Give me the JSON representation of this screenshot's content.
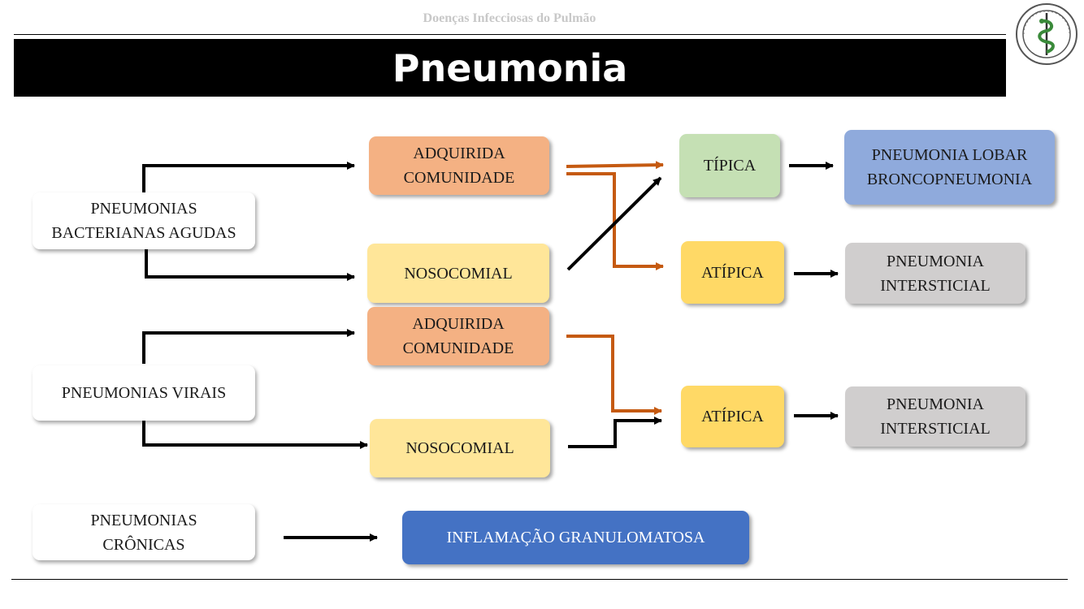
{
  "header": {
    "text": "Doenças Infecciosas do Pulmão"
  },
  "title": "Pneumonia",
  "logo": {
    "icon": "caduceus-seal-icon"
  },
  "nodes": {
    "bacterial": "PNEUMONIAS\nBACTERIANAS AGUDAS",
    "viral": "PNEUMONIAS VIRAIS",
    "chronic": "PNEUMONIAS\nCRÔNICAS",
    "adq_com_1": "ADQUIRIDA\nCOMUNIDADE",
    "nosocomial_1": "NOSOCOMIAL",
    "adq_com_2": "ADQUIRIDA\nCOMUNIDADE",
    "nosocomial_2": "NOSOCOMIAL",
    "tipica": "TÍPICA",
    "atipica_1": "ATÍPICA",
    "atipica_2": "ATÍPICA",
    "lobar": "PNEUMONIA LOBAR\nBRONCOPNEUMONIA",
    "intersticial_1": "PNEUMONIA\nINTERSTICIAL",
    "intersticial_2": "PNEUMONIA\nINTERSTICIAL",
    "granulomatosa": "INFLAMAÇÃO GRANULOMATOSA"
  },
  "colors": {
    "orange_arrow": "#c55a11",
    "black_arrow": "#000000",
    "orange_box": "#f4b183",
    "yellow_box": "#ffe699",
    "green_box": "#c5e0b4",
    "gold_box": "#ffd966",
    "blue_box": "#8faadc",
    "grey_box": "#d0cece",
    "darkblue_box": "#4472c4"
  }
}
